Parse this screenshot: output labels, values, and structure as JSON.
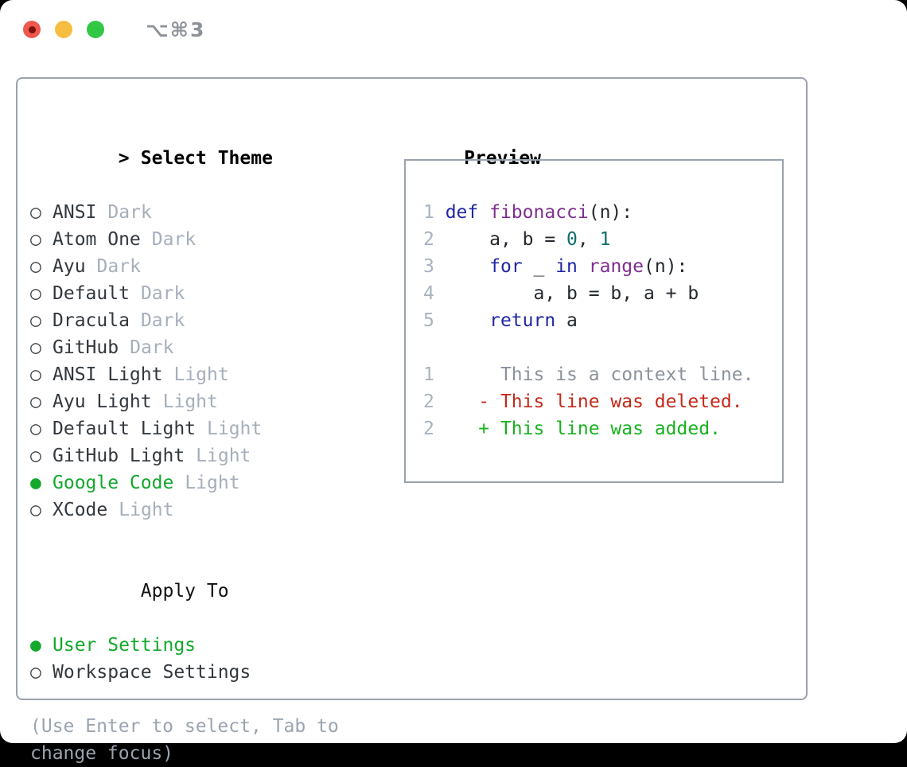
{
  "window": {
    "title": "⌥⌘3",
    "traffic_lights": [
      {
        "name": "close-button",
        "color_key": "traffic_red"
      },
      {
        "name": "minimize-button",
        "color_key": "traffic_yellow"
      },
      {
        "name": "zoom-button",
        "color_key": "traffic_green"
      }
    ]
  },
  "glyphs": {
    "prompt": ">",
    "radio_unselected": "○",
    "radio_selected": "●"
  },
  "theme_picker": {
    "title": "Select Theme",
    "themes": [
      {
        "name": "ANSI",
        "variant": "Dark",
        "selected": false
      },
      {
        "name": "Atom One",
        "variant": "Dark",
        "selected": false
      },
      {
        "name": "Ayu",
        "variant": "Dark",
        "selected": false
      },
      {
        "name": "Default",
        "variant": "Dark",
        "selected": false
      },
      {
        "name": "Dracula",
        "variant": "Dark",
        "selected": false
      },
      {
        "name": "GitHub",
        "variant": "Dark",
        "selected": false
      },
      {
        "name": "ANSI Light",
        "variant": "Light",
        "selected": false
      },
      {
        "name": "Ayu Light",
        "variant": "Light",
        "selected": false
      },
      {
        "name": "Default Light",
        "variant": "Light",
        "selected": false
      },
      {
        "name": "GitHub Light",
        "variant": "Light",
        "selected": false
      },
      {
        "name": "Google Code",
        "variant": "Light",
        "selected": true
      },
      {
        "name": "XCode",
        "variant": "Light",
        "selected": false
      }
    ],
    "apply_to": {
      "title": "Apply To",
      "options": [
        {
          "label": "User Settings",
          "selected": true
        },
        {
          "label": "Workspace Settings",
          "selected": false
        }
      ]
    },
    "hint_lines": [
      "(Use Enter to select, Tab to",
      "change focus)"
    ]
  },
  "preview": {
    "title": "Preview",
    "code_lines": [
      {
        "num": "1",
        "segments": [
          {
            "text": "def",
            "type": "keyword"
          },
          {
            "text": " ",
            "type": "plain"
          },
          {
            "text": "fibonacci",
            "type": "function"
          },
          {
            "text": "(n):",
            "type": "plain"
          }
        ]
      },
      {
        "num": "2",
        "segments": [
          {
            "text": "    a, b = ",
            "type": "plain"
          },
          {
            "text": "0",
            "type": "number"
          },
          {
            "text": ", ",
            "type": "plain"
          },
          {
            "text": "1",
            "type": "number"
          }
        ]
      },
      {
        "num": "3",
        "segments": [
          {
            "text": "    ",
            "type": "plain"
          },
          {
            "text": "for",
            "type": "keyword"
          },
          {
            "text": " _ ",
            "type": "plain"
          },
          {
            "text": "in",
            "type": "keyword"
          },
          {
            "text": " ",
            "type": "plain"
          },
          {
            "text": "range",
            "type": "function"
          },
          {
            "text": "(n):",
            "type": "plain"
          }
        ]
      },
      {
        "num": "4",
        "segments": [
          {
            "text": "        a, b = b, a + b",
            "type": "plain"
          }
        ]
      },
      {
        "num": "5",
        "segments": [
          {
            "text": "    ",
            "type": "plain"
          },
          {
            "text": "return",
            "type": "keyword"
          },
          {
            "text": " a",
            "type": "plain"
          }
        ]
      }
    ],
    "diff_lines": [
      {
        "num": "1",
        "segments": [
          {
            "text": "     This is a context line.",
            "type": "context"
          }
        ]
      },
      {
        "num": "2",
        "segments": [
          {
            "text": "   - This line was deleted.",
            "type": "deleted"
          }
        ]
      },
      {
        "num": "2",
        "segments": [
          {
            "text": "   + This line was added.",
            "type": "added"
          }
        ]
      }
    ]
  },
  "colors": {
    "selected_green": "#13a82c",
    "keyword": "#2127a3",
    "function": "#7e2f8e",
    "number": "#0e6e6e",
    "plain": "#24292e",
    "lineno": "#a9b2c0",
    "context": "#8b929c",
    "deleted": "#c5291a",
    "added": "#17b21e",
    "traffic_red": "#f0584d",
    "traffic_red_dot": "#7c120b",
    "traffic_yellow": "#f6bd40",
    "traffic_green": "#32c846"
  }
}
